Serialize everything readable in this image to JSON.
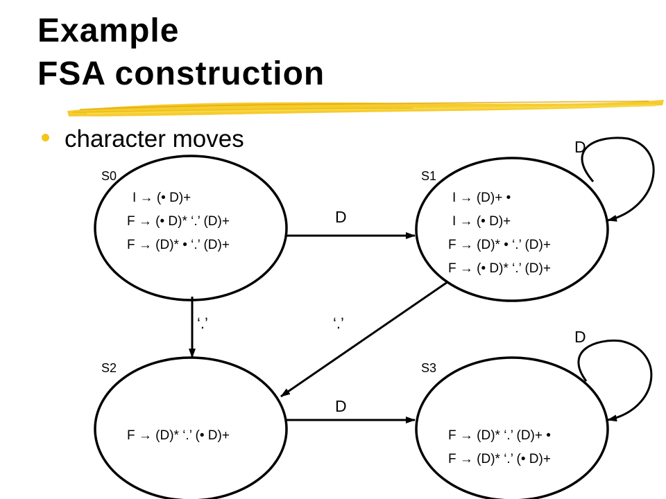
{
  "slide": {
    "title_line1": "Example",
    "title_line2": "FSA construction",
    "bullet": "character moves"
  },
  "colors": {
    "accent": "#f5c518",
    "ink": "#000000"
  },
  "states": [
    {
      "id": "S0",
      "label": "S0",
      "items": [
        "I → (• D)+",
        "F → (• D)* ‘.’ (D)+",
        "F → (D)* • ‘.’ (D)+"
      ]
    },
    {
      "id": "S1",
      "label": "S1",
      "items": [
        "I → (D)+ •",
        "I → (• D)+",
        "F → (D)* • ‘.’ (D)+",
        "F → (• D)* ‘.’ (D)+"
      ]
    },
    {
      "id": "S2",
      "label": "S2",
      "items": [
        "F → (D)* ‘.’ (• D)+"
      ]
    },
    {
      "id": "S3",
      "label": "S3",
      "items": [
        "F → (D)* ‘.’ (D)+ •",
        "F → (D)* ‘.’ (• D)+"
      ]
    }
  ],
  "transitions": [
    {
      "from": "S0",
      "to": "S1",
      "label": "D"
    },
    {
      "from": "S0",
      "to": "S2",
      "label": "‘.’"
    },
    {
      "from": "S1",
      "to": "S2",
      "label": "‘.’"
    },
    {
      "from": "S1",
      "to": "S1",
      "label": "D"
    },
    {
      "from": "S2",
      "to": "S3",
      "label": "D"
    },
    {
      "from": "S3",
      "to": "S3",
      "label": "D"
    }
  ]
}
